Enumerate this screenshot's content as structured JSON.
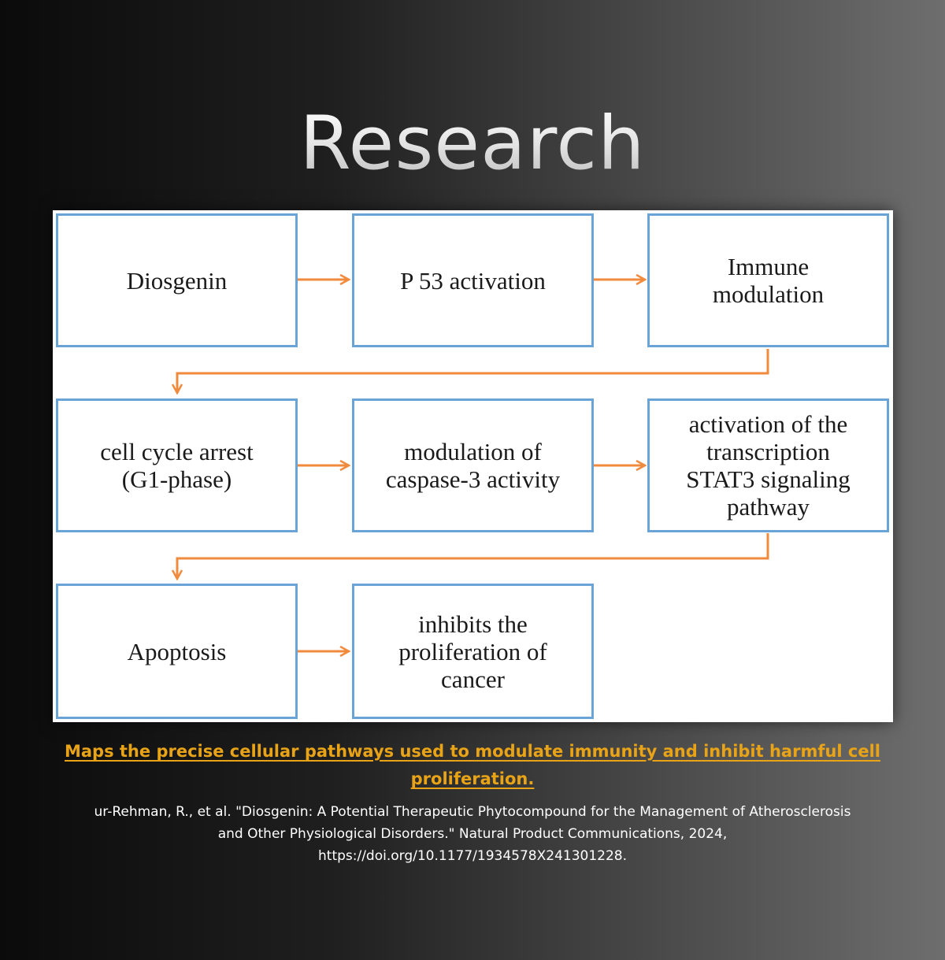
{
  "title": "Research",
  "diagram": {
    "nodes": [
      {
        "id": "diosgenin",
        "label": "Diosgenin"
      },
      {
        "id": "p53",
        "label": "P 53 activation"
      },
      {
        "id": "immune",
        "label": "Immune\nmodulation"
      },
      {
        "id": "cellcycle",
        "label": "cell cycle arrest\n(G1-phase)"
      },
      {
        "id": "caspase",
        "label": "modulation of\ncaspase-3 activity"
      },
      {
        "id": "stat3",
        "label": "activation of the\ntranscription\nSTAT3 signaling\npathway"
      },
      {
        "id": "apoptosis",
        "label": "Apoptosis"
      },
      {
        "id": "inhibits",
        "label": "inhibits the\nproliferation of\ncancer"
      }
    ],
    "edges": [
      {
        "from": "diosgenin",
        "to": "p53"
      },
      {
        "from": "p53",
        "to": "immune"
      },
      {
        "from": "immune",
        "to": "cellcycle"
      },
      {
        "from": "cellcycle",
        "to": "caspase"
      },
      {
        "from": "caspase",
        "to": "stat3"
      },
      {
        "from": "stat3",
        "to": "apoptosis"
      },
      {
        "from": "apoptosis",
        "to": "inhibits"
      }
    ],
    "colors": {
      "box_border": "#6aa3d5",
      "arrow": "#f08a3c"
    }
  },
  "caption": "Maps the precise cellular pathways used to modulate immunity and inhibit harmful cell proliferation.",
  "citation": {
    "line1": "ur-Rehman, R., et al. \"Diosgenin: A Potential Therapeutic Phytocompound for the Management of Atherosclerosis",
    "line2": "and Other Physiological Disorders.\" Natural Product Communications, 2024,",
    "line3": "https://doi.org/10.1177/1934578X241301228."
  },
  "colors": {
    "caption": "#e8a317",
    "citation": "#ffffff"
  }
}
